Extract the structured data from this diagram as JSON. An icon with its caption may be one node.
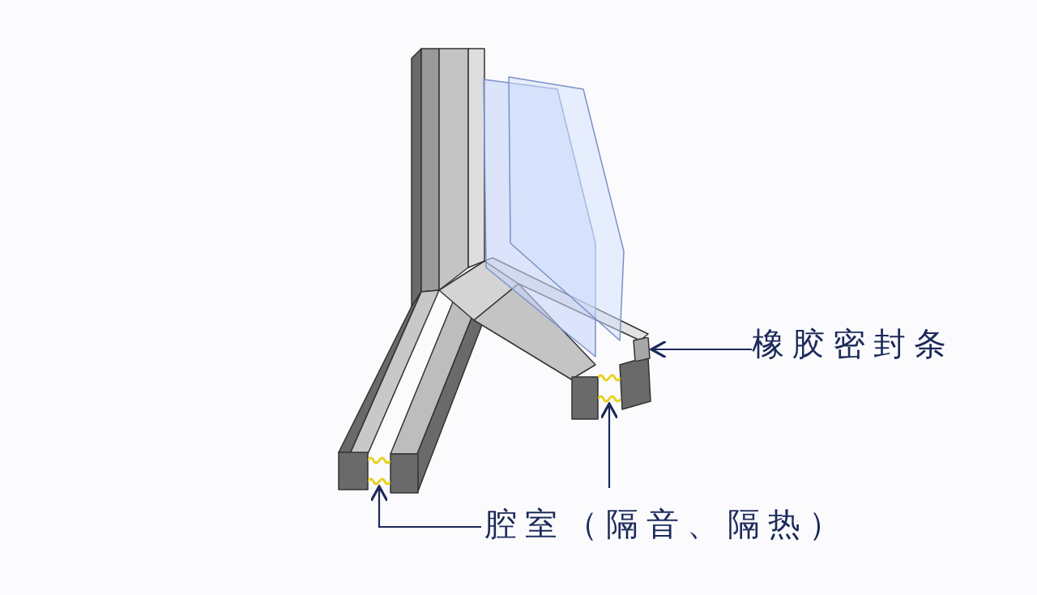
{
  "diagram": {
    "nodes": [
      {
        "text": [
          "橡胶密封条"
        ]
      },
      {
        "text": [],
        "shape": "box"
      },
      {
        "text": [
          "腔室（隔音、隔热）"
        ]
      },
      {
        "text": [],
        "shape": "picture"
      },
      {
        "text": [],
        "shape": "picture"
      }
    ],
    "edges": [
      {
        "from": 0,
        "to": 1,
        "arrow": "to"
      },
      {
        "from": 2,
        "to": 3,
        "arrow": "to"
      },
      {
        "from": 2,
        "to": 4,
        "arrow": "to"
      }
    ]
  }
}
